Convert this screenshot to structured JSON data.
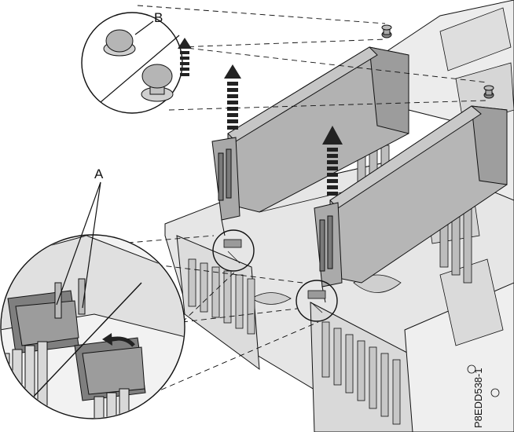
{
  "callouts": {
    "a": "A",
    "b": "B"
  },
  "figure_id": "P8EDD538-1",
  "colors": {
    "line": "#111111",
    "card": "#b5b5b5",
    "chassis": "#e4e4e4",
    "arrow": "#222222",
    "background": "#ffffff"
  },
  "icons": [
    "up-arrow-icon",
    "curved-arrow-icon",
    "plunger-icon"
  ]
}
